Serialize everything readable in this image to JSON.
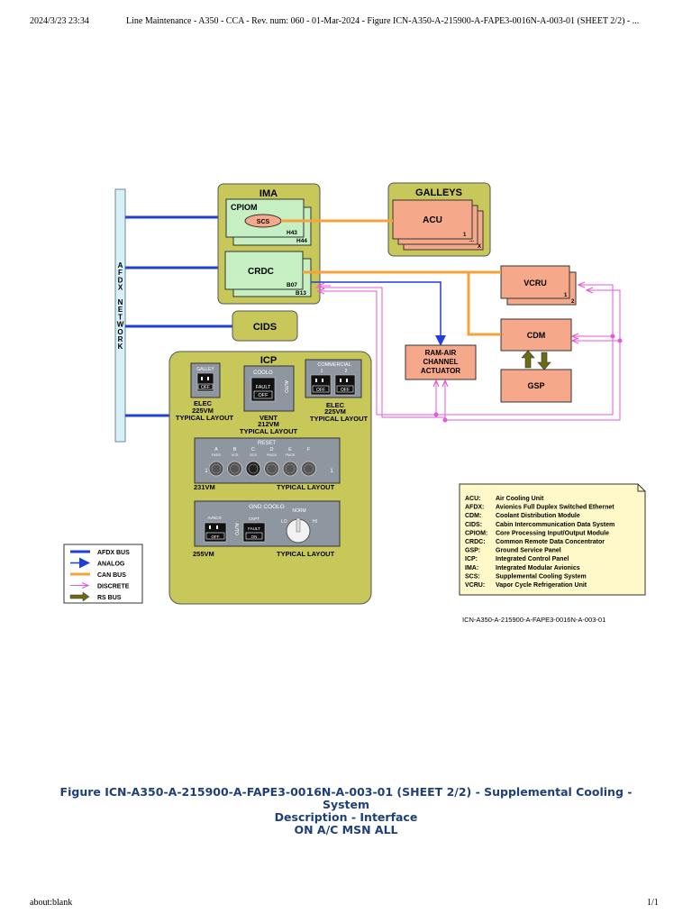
{
  "header": {
    "datetime": "2024/3/23 23:34",
    "doc_title": "Line Maintenance - A350 - CCA - Rev. num: 060 - 01-Mar-2024 - Figure ICN-A350-A-215900-A-FAPE3-0016N-A-003-01 (SHEET 2/2) - ..."
  },
  "footer": {
    "url": "about:blank",
    "page": "1/1"
  },
  "diagram": {
    "afdx_network_label": [
      "A",
      "F",
      "D",
      "X",
      "",
      "N",
      "E",
      "T",
      "W",
      "O",
      "R",
      "K"
    ],
    "ima": {
      "title": "IMA",
      "cpiom": {
        "title": "CPIOM",
        "scs": "SCS",
        "id1": "H43",
        "id2": "H44"
      },
      "crdc": {
        "title": "CRDC",
        "id1": "B07",
        "id2": "B13"
      }
    },
    "galleys": {
      "title": "GALLEYS",
      "acu": "ACU",
      "acu_id1": "1",
      "acu_id2": "...",
      "acu_id3": "X"
    },
    "cids": "CIDS",
    "vcru": {
      "title": "VCRU",
      "id1": "1",
      "id2": "2"
    },
    "cdm": "CDM",
    "gsp": "GSP",
    "ram_air": [
      "RAM-AIR",
      "CHANNEL",
      "ACTUATOR"
    ],
    "icp": {
      "title": "ICP",
      "galley_panel": {
        "title": "GALLEY",
        "off": "OFF",
        "caption": [
          "ELEC",
          "225VM",
          "TYPICAL LAYOUT"
        ]
      },
      "coolg_panel": {
        "title": "COOLG",
        "fault": "FAULT",
        "off": "OFF",
        "auto": "AUTO",
        "caption": [
          "VENT",
          "212VM",
          "TYPICAL LAYOUT"
        ]
      },
      "commercial_panel": {
        "title": "COMMERCIAL",
        "n1": "1",
        "n2": "2",
        "off": "OFF",
        "caption": [
          "ELEC",
          "225VM",
          "TYPICAL LAYOUT"
        ]
      },
      "reset_panel": {
        "title": "RESET",
        "letters": [
          "A",
          "B",
          "C",
          "D",
          "E",
          "F"
        ],
        "sublabels": [
          "FADS",
          "VCS",
          "SCS",
          "FMCA",
          "FMCE",
          ""
        ],
        "side_left": "1",
        "side_right": "1",
        "caption_left": "231VM",
        "caption_right": "TYPICAL LAYOUT"
      },
      "gnd_coolg_panel": {
        "title": "GND COOLG",
        "avncs": "AVNCS",
        "auto": "AUTO",
        "off": "OFF",
        "ckpt": "CKPT",
        "fault": "FAULT",
        "on": "ON",
        "norm": "NORM",
        "lo": "LO",
        "hi": "HI",
        "caption_left": "255VM",
        "caption_right": "TYPICAL LAYOUT"
      }
    },
    "legend": [
      {
        "label": "AFDX BUS",
        "color": "#1f3fd6"
      },
      {
        "label": "ANALOG",
        "color": "#1f3fd6"
      },
      {
        "label": "CAN BUS",
        "color": "#f5a23a"
      },
      {
        "label": "DISCRETE",
        "color": "#e45ad8"
      },
      {
        "label": "RS BUS",
        "color": "#6b6b14"
      }
    ],
    "abbreviations": [
      {
        "abbr": "ACU:",
        "text": "Air Cooling Unit"
      },
      {
        "abbr": "AFDX:",
        "text": "Avionics Full Duplex Switched Ethernet"
      },
      {
        "abbr": "CDM:",
        "text": "Coolant Distribution Module"
      },
      {
        "abbr": "CIDS:",
        "text": "Cabin Intercommunication Data System"
      },
      {
        "abbr": "CPIOM:",
        "text": "Core Processing Input/Output Module"
      },
      {
        "abbr": "CRDC:",
        "text": "Common Remote Data Concentrator"
      },
      {
        "abbr": "GSP:",
        "text": "Ground Service Panel"
      },
      {
        "abbr": "ICP:",
        "text": "Integrated Control Panel"
      },
      {
        "abbr": "IMA:",
        "text": "Integrated Modular Avionics"
      },
      {
        "abbr": "SCS:",
        "text": "Supplemental Cooling System"
      },
      {
        "abbr": "VCRU:",
        "text": "Vapor Cycle Refrigeration Unit"
      }
    ],
    "figure_id": "ICN-A350-A-215900-A-FAPE3-0016N-A-003-01",
    "colors": {
      "green": "#c6efc4",
      "olive": "#c8c85a",
      "salmon": "#f6a88a",
      "gray": "#8e96a0"
    }
  },
  "caption": {
    "line1": "Figure ICN-A350-A-215900-A-FAPE3-0016N-A-003-01 (SHEET 2/2) - Supplemental Cooling - System",
    "line2": "Description - Interface",
    "line3": "ON A/C MSN ALL"
  }
}
